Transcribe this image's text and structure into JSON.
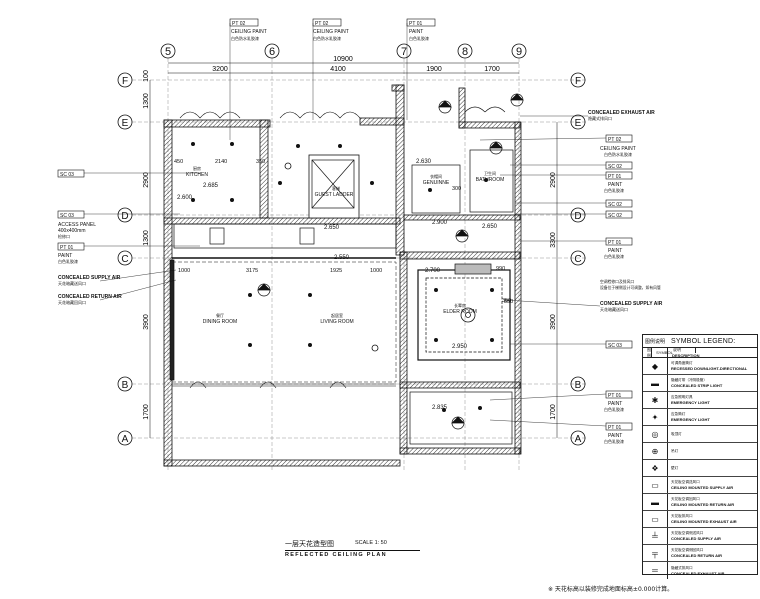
{
  "axes_top": [
    "5",
    "6",
    "7",
    "8",
    "9"
  ],
  "axes_left": [
    "F",
    "E",
    "D",
    "C",
    "B",
    "A"
  ],
  "axes_right": [
    "F",
    "E",
    "D",
    "C",
    "B",
    "A"
  ],
  "dims_top_total": "10900",
  "dims_top": [
    "3200",
    "4100",
    "1900",
    "1700"
  ],
  "dims_left": [
    "100",
    "1300",
    "2900",
    "1300",
    "3900",
    "1700"
  ],
  "dims_right": [
    "2900",
    "3300",
    "3900",
    "1700"
  ],
  "tag_pt02": "PT 02",
  "tag_pt01": "PT 01",
  "tag_sc02": "SC 02",
  "tag_sc03": "SC 03",
  "ceiling_paint": "CEILING PAINT",
  "paint": "PAINT",
  "paint_zh_02": "白色防水乳胶漆",
  "paint_zh_01": "白色乳胶漆",
  "access_panel": "ACCESS PANEL",
  "access_size": "400x400mm",
  "access_zh": "检修口",
  "concealed_supply": "CONCEALED SUPPLY AIR",
  "concealed_supply_zh": "天花暗藏送风口",
  "concealed_return": "CONCEALED RETURN AIR",
  "concealed_return_zh": "天花暗藏回风口",
  "concealed_exhaust": "CONCEALED EXHAUST AIR",
  "concealed_exhaust_zh": "隐藏式排风口",
  "ac_note_zh": "空调检修口及排风口",
  "ac_note2_zh": "设备位于梯侧设计可调整，如有风管",
  "room_kitchen_zh": "厨房",
  "room_kitchen": "KITCHEN",
  "room_guest_zh": "客梯",
  "room_guest": "GUEST LADDER",
  "room_genuinne_zh": "衣帽间",
  "room_genuinne": "GENUINNE",
  "room_bath_zh": "卫生间",
  "room_bath": "BATHROOM",
  "room_dining_zh": "餐厅",
  "room_dining": "DINING ROOM",
  "room_living_zh": "起居室",
  "room_living": "LIVING ROOM",
  "room_elder_zh": "长辈房",
  "room_elder": "ELDER ROOM",
  "ceil_h": [
    "2.685",
    "2.600",
    "2.650",
    "2.550",
    "2.900",
    "2.650",
    "2.700",
    "2.950",
    "2.835",
    "2.630"
  ],
  "dims_inner": [
    "2140",
    "350",
    "450",
    "1000",
    "3175",
    "1925",
    "1000",
    "350",
    "990",
    "850",
    "300"
  ],
  "legend_title_zh": "图例说明",
  "legend_title": "SYMBOL LEGEND:",
  "legend_col_sym_zh": "图例",
  "legend_col_sym": "SYMBOL",
  "legend_col_desc_zh": "说明",
  "legend_col_desc": "DESCRIPTION",
  "legend": [
    {
      "zh": "可调角度筒灯",
      "en": "RECESSED DOWNLIGHT-DIRECTIONAL"
    },
    {
      "zh": "隐藏灯带（冷阴极管）",
      "en": "CONCEALED STRIP LIGHT"
    },
    {
      "zh": "应急照明灯具",
      "en": "EMERGENCY LIGHT"
    },
    {
      "zh": "应急筒灯",
      "en": "EMERGENCY LIGHT"
    },
    {
      "zh": "吸顶灯",
      "en": ""
    },
    {
      "zh": "吊灯",
      "en": ""
    },
    {
      "zh": "壁灯",
      "en": ""
    },
    {
      "zh": "天花板空调送风口",
      "en": "CEILING MOUNTED SUPPLY AIR"
    },
    {
      "zh": "天花板空调回风口",
      "en": "CEILING MOUNTED RETURN AIR"
    },
    {
      "zh": "天花板排风口",
      "en": "CEILING MOUNTED EXHAUST AIR"
    },
    {
      "zh": "天花板空调侧送风口",
      "en": "CONCEALED SUPPLY AIR"
    },
    {
      "zh": "天花板空调侧回风口",
      "en": "CONCEALED RETURN AIR"
    },
    {
      "zh": "隐藏式排风口",
      "en": "CONCEALED EXHAUST AIR"
    }
  ],
  "drawing_title_zh": "一层天花造型图",
  "drawing_title": "REFLECTED CEILING PLAN",
  "scale": "SCALE 1: 50",
  "footnote": "※  天花标高以装修完成地面标高±0.000计算。"
}
